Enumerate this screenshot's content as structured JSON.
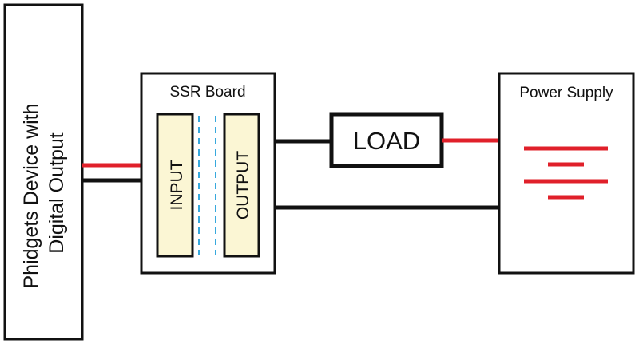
{
  "device": {
    "label_line1": "Phidgets Device with",
    "label_line2": "Digital Output"
  },
  "ssr_board": {
    "title": "SSR Board",
    "input_label": "INPUT",
    "output_label": "OUTPUT"
  },
  "load": {
    "label": "LOAD"
  },
  "power_supply": {
    "title": "Power Supply"
  },
  "colors": {
    "wire_positive": "#e0202a",
    "wire_negative": "#111111",
    "module_fill": "#fbf6d4",
    "isolation_dash": "#38a9dd",
    "battery_plates": "#e0202a"
  }
}
